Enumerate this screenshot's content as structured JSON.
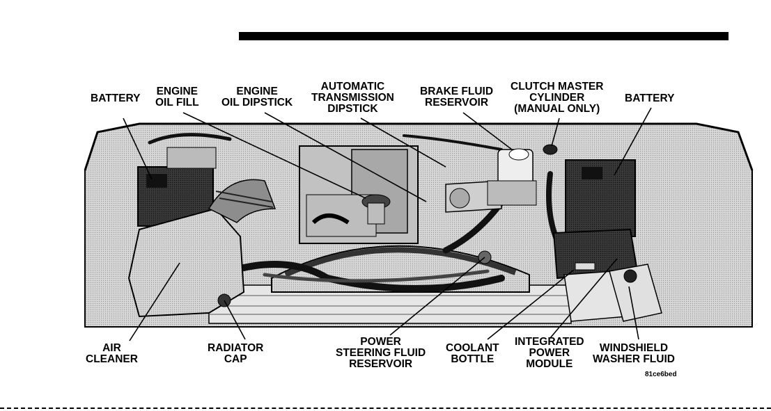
{
  "callouts": {
    "battery_left": "BATTERY",
    "engine_oil_fill": "ENGINE\nOIL FILL",
    "engine_oil_dipstick": "ENGINE\nOIL DIPSTICK",
    "transmission_dipstick": "AUTOMATIC\nTRANSMISSION\nDIPSTICK",
    "brake_fluid_reservoir": "BRAKE FLUID\nRESERVOIR",
    "clutch_master_cylinder": "CLUTCH MASTER\nCYLINDER\n(MANUAL ONLY)",
    "battery_right": "BATTERY",
    "air_cleaner": "AIR\nCLEANER",
    "radiator_cap": "RADIATOR\nCAP",
    "power_steering_reservoir": "POWER\nSTEERING FLUID\nRESERVOIR",
    "coolant_bottle": "COOLANT\nBOTTLE",
    "integrated_power_module": "INTEGRATED\nPOWER\nMODULE",
    "windshield_washer_fluid": "WINDSHIELD\nWASHER FLUID"
  },
  "image_code": "81ce6bed",
  "colors": {
    "ink": "#000000",
    "engine_fill": "#cfcfcf",
    "shadow": "#8a8a8a",
    "dark_part": "#1e1e1e"
  }
}
